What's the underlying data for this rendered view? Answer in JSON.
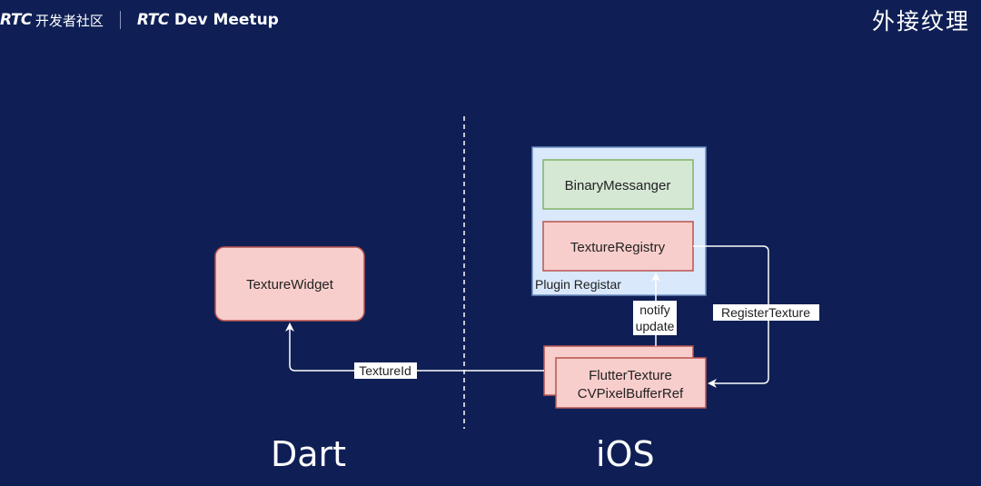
{
  "header": {
    "logo_left": "RTC",
    "community": "开发者社区",
    "logo_right": "RTC",
    "meetup": "Dev Meetup"
  },
  "slide_title": "外接纹理",
  "diagram": {
    "texture_widget": "TextureWidget",
    "binary_messenger": "BinaryMessanger",
    "texture_registry": "TextureRegistry",
    "plugin_registar": "Plugin Registar",
    "flutter_texture": "FlutterTexture",
    "cv_pixel_buffer": "CVPixelBufferRef",
    "notify_line1": "notify",
    "notify_line2": "update",
    "register_texture": "RegisterTexture",
    "texture_id": "TextureId"
  },
  "labels": {
    "dart": "Dart",
    "ios": "iOS"
  },
  "colors": {
    "background": "#0f1f55",
    "pink_fill": "#f8cecc",
    "pink_stroke": "#b85450",
    "green_fill": "#d5e8d4",
    "green_stroke": "#82b366",
    "blue_fill": "#dae8fc",
    "blue_stroke": "#6c8ebf"
  }
}
